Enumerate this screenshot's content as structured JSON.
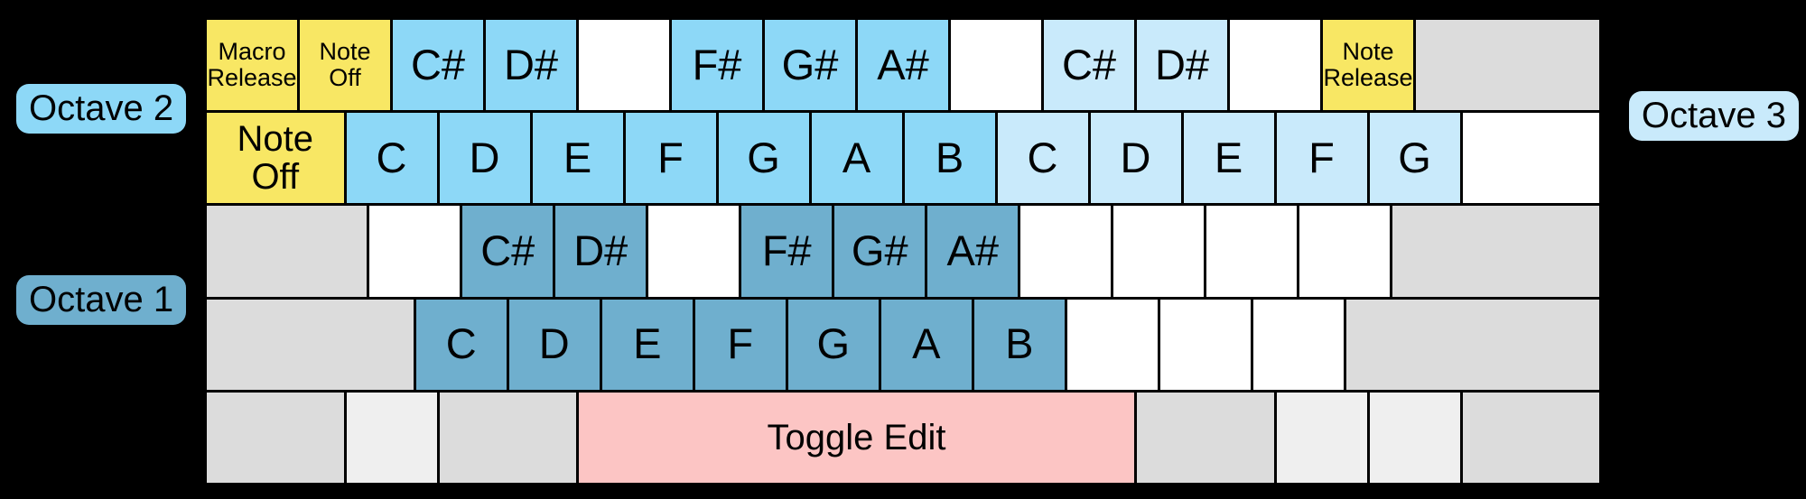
{
  "palette": {
    "background": "#000000",
    "border": "#000000",
    "text": "#000000",
    "octave1": "#6FAFCE",
    "octave2": "#8DD8F7",
    "octave3": "#C9EAFB",
    "command": "#F8E764",
    "toggle": "#FCC5C4",
    "modifier": "#DCDCDC",
    "modifier_light": "#EFEFEF",
    "blank": "#FFFFFF"
  },
  "octave_labels": [
    {
      "name": "octave-2-label",
      "text": "Octave 2",
      "color": "octave2"
    },
    {
      "name": "octave-1-label",
      "text": "Octave 1",
      "color": "octave1"
    },
    {
      "name": "octave-3-label",
      "text": "Octave 3",
      "color": "octave3"
    }
  ],
  "keyboard": {
    "rows": [
      {
        "name": "number-row",
        "keys": [
          {
            "name": "macro-release-key",
            "label": "Macro\nRelease",
            "color": "command",
            "w": 1,
            "size": "s"
          },
          {
            "name": "note-off-key",
            "label": "Note\nOff",
            "color": "command",
            "w": 1,
            "size": "s"
          },
          {
            "name": "note-c-sharp-2-key",
            "label": "C#",
            "color": "octave2",
            "w": 1,
            "size": "l"
          },
          {
            "name": "note-d-sharp-2-key",
            "label": "D#",
            "color": "octave2",
            "w": 1,
            "size": "l"
          },
          {
            "name": "blank-key",
            "label": "",
            "color": "blank",
            "w": 1,
            "size": "l"
          },
          {
            "name": "note-f-sharp-2-key",
            "label": "F#",
            "color": "octave2",
            "w": 1,
            "size": "l"
          },
          {
            "name": "note-g-sharp-2-key",
            "label": "G#",
            "color": "octave2",
            "w": 1,
            "size": "l"
          },
          {
            "name": "note-a-sharp-2-key",
            "label": "A#",
            "color": "octave2",
            "w": 1,
            "size": "l"
          },
          {
            "name": "blank-key",
            "label": "",
            "color": "blank",
            "w": 1,
            "size": "l"
          },
          {
            "name": "note-c-sharp-3-key",
            "label": "C#",
            "color": "octave3",
            "w": 1,
            "size": "l"
          },
          {
            "name": "note-d-sharp-3-key",
            "label": "D#",
            "color": "octave3",
            "w": 1,
            "size": "l"
          },
          {
            "name": "blank-key",
            "label": "",
            "color": "blank",
            "w": 1,
            "size": "l"
          },
          {
            "name": "note-release-key",
            "label": "Note\nRelease",
            "color": "command",
            "w": 1,
            "size": "s"
          },
          {
            "name": "modifier-key",
            "label": "",
            "color": "modifier",
            "w": 2,
            "size": "l"
          }
        ]
      },
      {
        "name": "tab-row",
        "keys": [
          {
            "name": "note-off-key",
            "label": "Note\nOff",
            "color": "command",
            "w": 1.5,
            "size": "m"
          },
          {
            "name": "note-c-2-key",
            "label": "C",
            "color": "octave2",
            "w": 1,
            "size": "l"
          },
          {
            "name": "note-d-2-key",
            "label": "D",
            "color": "octave2",
            "w": 1,
            "size": "l"
          },
          {
            "name": "note-e-2-key",
            "label": "E",
            "color": "octave2",
            "w": 1,
            "size": "l"
          },
          {
            "name": "note-f-2-key",
            "label": "F",
            "color": "octave2",
            "w": 1,
            "size": "l"
          },
          {
            "name": "note-g-2-key",
            "label": "G",
            "color": "octave2",
            "w": 1,
            "size": "l"
          },
          {
            "name": "note-a-2-key",
            "label": "A",
            "color": "octave2",
            "w": 1,
            "size": "l"
          },
          {
            "name": "note-b-2-key",
            "label": "B",
            "color": "octave2",
            "w": 1,
            "size": "l"
          },
          {
            "name": "note-c-3-key",
            "label": "C",
            "color": "octave3",
            "w": 1,
            "size": "l"
          },
          {
            "name": "note-d-3-key",
            "label": "D",
            "color": "octave3",
            "w": 1,
            "size": "l"
          },
          {
            "name": "note-e-3-key",
            "label": "E",
            "color": "octave3",
            "w": 1,
            "size": "l"
          },
          {
            "name": "note-f-3-key",
            "label": "F",
            "color": "octave3",
            "w": 1,
            "size": "l"
          },
          {
            "name": "note-g-3-key",
            "label": "G",
            "color": "octave3",
            "w": 1,
            "size": "l"
          },
          {
            "name": "blank-key",
            "label": "",
            "color": "blank",
            "w": 1.5,
            "size": "l"
          }
        ]
      },
      {
        "name": "caps-row",
        "keys": [
          {
            "name": "modifier-key",
            "label": "",
            "color": "modifier",
            "w": 1.75,
            "size": "l"
          },
          {
            "name": "blank-key",
            "label": "",
            "color": "blank",
            "w": 1,
            "size": "l"
          },
          {
            "name": "note-c-sharp-1-key",
            "label": "C#",
            "color": "octave1",
            "w": 1,
            "size": "l"
          },
          {
            "name": "note-d-sharp-1-key",
            "label": "D#",
            "color": "octave1",
            "w": 1,
            "size": "l"
          },
          {
            "name": "blank-key",
            "label": "",
            "color": "blank",
            "w": 1,
            "size": "l"
          },
          {
            "name": "note-f-sharp-1-key",
            "label": "F#",
            "color": "octave1",
            "w": 1,
            "size": "l"
          },
          {
            "name": "note-g-sharp-1-key",
            "label": "G#",
            "color": "octave1",
            "w": 1,
            "size": "l"
          },
          {
            "name": "note-a-sharp-1-key",
            "label": "A#",
            "color": "octave1",
            "w": 1,
            "size": "l"
          },
          {
            "name": "blank-key",
            "label": "",
            "color": "blank",
            "w": 1,
            "size": "l"
          },
          {
            "name": "blank-key",
            "label": "",
            "color": "blank",
            "w": 1,
            "size": "l"
          },
          {
            "name": "blank-key",
            "label": "",
            "color": "blank",
            "w": 1,
            "size": "l"
          },
          {
            "name": "blank-key",
            "label": "",
            "color": "blank",
            "w": 1,
            "size": "l"
          },
          {
            "name": "modifier-key",
            "label": "",
            "color": "modifier",
            "w": 2.25,
            "size": "l"
          }
        ]
      },
      {
        "name": "shift-row",
        "keys": [
          {
            "name": "modifier-key",
            "label": "",
            "color": "modifier",
            "w": 2.25,
            "size": "l"
          },
          {
            "name": "note-c-1-key",
            "label": "C",
            "color": "octave1",
            "w": 1,
            "size": "l"
          },
          {
            "name": "note-d-1-key",
            "label": "D",
            "color": "octave1",
            "w": 1,
            "size": "l"
          },
          {
            "name": "note-e-1-key",
            "label": "E",
            "color": "octave1",
            "w": 1,
            "size": "l"
          },
          {
            "name": "note-f-1-key",
            "label": "F",
            "color": "octave1",
            "w": 1,
            "size": "l"
          },
          {
            "name": "note-g-1-key",
            "label": "G",
            "color": "octave1",
            "w": 1,
            "size": "l"
          },
          {
            "name": "note-a-1-key",
            "label": "A",
            "color": "octave1",
            "w": 1,
            "size": "l"
          },
          {
            "name": "note-b-1-key",
            "label": "B",
            "color": "octave1",
            "w": 1,
            "size": "l"
          },
          {
            "name": "blank-key",
            "label": "",
            "color": "blank",
            "w": 1,
            "size": "l"
          },
          {
            "name": "blank-key",
            "label": "",
            "color": "blank",
            "w": 1,
            "size": "l"
          },
          {
            "name": "blank-key",
            "label": "",
            "color": "blank",
            "w": 1,
            "size": "l"
          },
          {
            "name": "modifier-key",
            "label": "",
            "color": "modifier",
            "w": 2.75,
            "size": "l"
          }
        ]
      },
      {
        "name": "bottom-row",
        "keys": [
          {
            "name": "modifier-key",
            "label": "",
            "color": "modifier",
            "w": 1.5,
            "size": "l"
          },
          {
            "name": "modifier-key",
            "label": "",
            "color": "modifier_light",
            "w": 1,
            "size": "l"
          },
          {
            "name": "modifier-key",
            "label": "",
            "color": "modifier",
            "w": 1.5,
            "size": "l"
          },
          {
            "name": "toggle-edit-key",
            "label": "Toggle Edit",
            "color": "toggle",
            "w": 6,
            "size": "m"
          },
          {
            "name": "modifier-key",
            "label": "",
            "color": "modifier",
            "w": 1.5,
            "size": "l"
          },
          {
            "name": "modifier-key",
            "label": "",
            "color": "modifier_light",
            "w": 1,
            "size": "l"
          },
          {
            "name": "modifier-key",
            "label": "",
            "color": "modifier_light",
            "w": 1,
            "size": "l"
          },
          {
            "name": "modifier-key",
            "label": "",
            "color": "modifier",
            "w": 1.5,
            "size": "l"
          }
        ]
      }
    ]
  }
}
